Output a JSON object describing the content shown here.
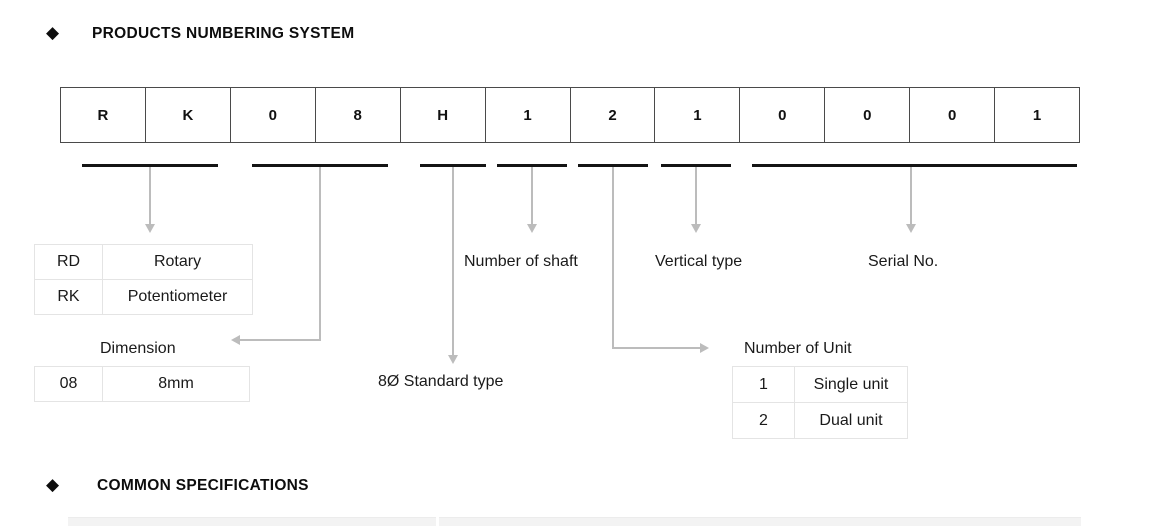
{
  "icons": {
    "diamond": "◆"
  },
  "sections": {
    "numbering_title": "PRODUCTS NUMBERING SYSTEM",
    "specs_title": "COMMON SPECIFICATIONS"
  },
  "code": {
    "cells": [
      "R",
      "K",
      "0",
      "8",
      "H",
      "1",
      "2",
      "1",
      "0",
      "0",
      "0",
      "1"
    ]
  },
  "labels": {
    "number_of_shaft": "Number of shaft",
    "vertical_type": "Vertical type",
    "serial_no": "Serial No.",
    "dimension": "Dimension",
    "standard_type": "8Ø Standard type",
    "number_of_unit": "Number of Unit"
  },
  "tables": {
    "product_type": {
      "rows": [
        [
          "RD",
          "Rotary"
        ],
        [
          "RK",
          "Potentiometer"
        ]
      ]
    },
    "dimension": {
      "rows": [
        [
          "08",
          "8mm"
        ]
      ]
    },
    "unit": {
      "rows": [
        [
          "1",
          "Single unit"
        ],
        [
          "2",
          "Dual unit"
        ]
      ]
    }
  },
  "colors": {
    "underline_black": "#141414",
    "arrow_gray": "#bcbcbc",
    "code_box_border": "#4a4a4a",
    "legend_border": "#e4e4e4",
    "spec_header_fill": "#f3f3f3",
    "text": "#1a1a1a"
  }
}
